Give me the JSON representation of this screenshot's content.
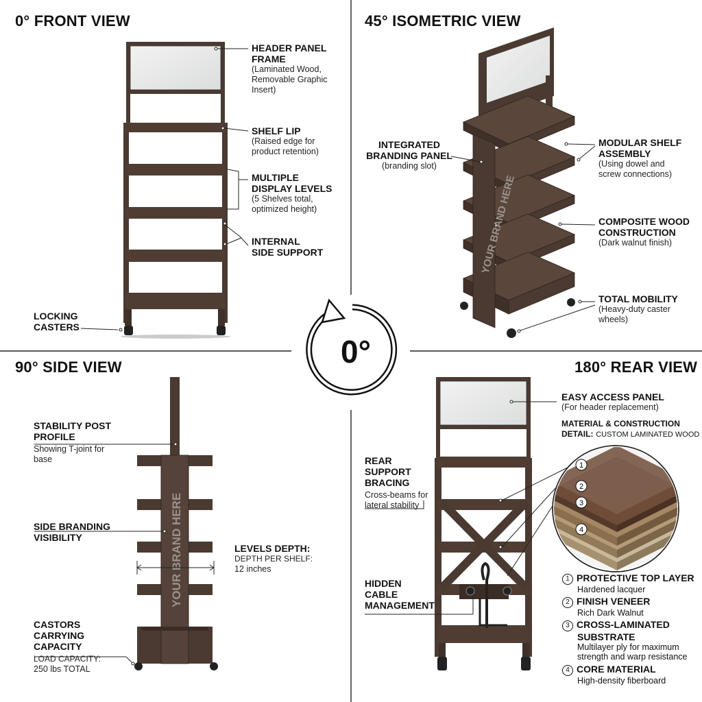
{
  "views": {
    "front": "0° FRONT VIEW",
    "isometric": "45° ISOMETRIC VIEW",
    "side": "90° SIDE VIEW",
    "rear": "180° REAR VIEW"
  },
  "center": {
    "rotation": "0°"
  },
  "brand": {
    "text": "YOUR BRAND HERE"
  },
  "colors": {
    "wood": "#4a3a31",
    "wood_dark": "#3a2d26",
    "panel": "#e9eaea",
    "line": "#111111"
  },
  "front_labels": {
    "header_panel": {
      "title1": "HEADER PANEL",
      "title2": "FRAME",
      "desc1": "(Laminated Wood,",
      "desc2": "Removable Graphic",
      "desc3": "Insert)"
    },
    "shelf_lip": {
      "title": "SHELF LIP",
      "desc1": "(Raised edge for",
      "desc2": "product retention)"
    },
    "display_levels": {
      "title1": "MULTIPLE",
      "title2": "DISPLAY LEVELS",
      "desc1": "(5 Shelves total,",
      "desc2": "optimized height)"
    },
    "internal_support": {
      "title1": "INTERNAL",
      "title2": "SIDE SUPPORT"
    },
    "casters": {
      "title1": "LOCKING",
      "title2": "CASTERS"
    }
  },
  "iso_labels": {
    "branding_panel": {
      "title1": "INTEGRATED",
      "title2": "BRANDING PANEL",
      "desc": "(branding slot)"
    },
    "modular": {
      "title1": "MODULAR SHELF",
      "title2": "ASSEMBLY",
      "desc1": "(Using dowel and",
      "desc2": "screw connections)"
    },
    "composite": {
      "title1": "COMPOSITE WOOD",
      "title2": "CONSTRUCTION",
      "desc": "(Dark walnut finish)"
    },
    "mobility": {
      "title": "TOTAL MOBILITY",
      "desc1": "(Heavy-duty caster",
      "desc2": "wheels)"
    }
  },
  "side_labels": {
    "stability": {
      "title1": "STABILITY POST",
      "title2": "PROFILE",
      "desc1": "Showing T-joint for",
      "desc2": "base"
    },
    "branding": {
      "title1": "SIDE BRANDING",
      "title2": "VISIBILITY"
    },
    "depth": {
      "title": "LEVELS DEPTH:",
      "desc1": "DEPTH PER SHELF:",
      "desc2": "12 inches"
    },
    "castors": {
      "title1": "CASTORS",
      "title2": "CARRYING",
      "title3": "CAPACITY",
      "desc1": "LOAD CAPACITY:",
      "desc2": "250 lbs TOTAL"
    }
  },
  "rear_labels": {
    "access": {
      "title": "EASY ACCESS PANEL",
      "desc": "(For header replacement)"
    },
    "material": {
      "title1": "MATERIAL & CONSTRUCTION",
      "title2": "DETAIL:",
      "desc": "CUSTOM LAMINATED WOOD"
    },
    "bracing": {
      "title1": "REAR",
      "title2": "SUPPORT",
      "title3": "BRACING",
      "desc1": "Cross-beams for",
      "desc2": "lateral stability"
    },
    "cable": {
      "title1": "HIDDEN",
      "title2": "CABLE",
      "title3": "MANAGEMENT"
    }
  },
  "layers": [
    {
      "num": "1",
      "title": "PROTECTIVE TOP LAYER",
      "desc1": "Hardened lacquer",
      "desc2": ""
    },
    {
      "num": "2",
      "title": "FINISH VENEER",
      "desc1": "Rich Dark Walnut",
      "desc2": ""
    },
    {
      "num": "3",
      "title": "CROSS-LAMINATED",
      "title2": "SUBSTRATE",
      "desc1": "Multilayer ply for maximum",
      "desc2": "strength and warp resistance"
    },
    {
      "num": "4",
      "title": "CORE MATERIAL",
      "desc1": "High-density fiberboard",
      "desc2": ""
    }
  ]
}
